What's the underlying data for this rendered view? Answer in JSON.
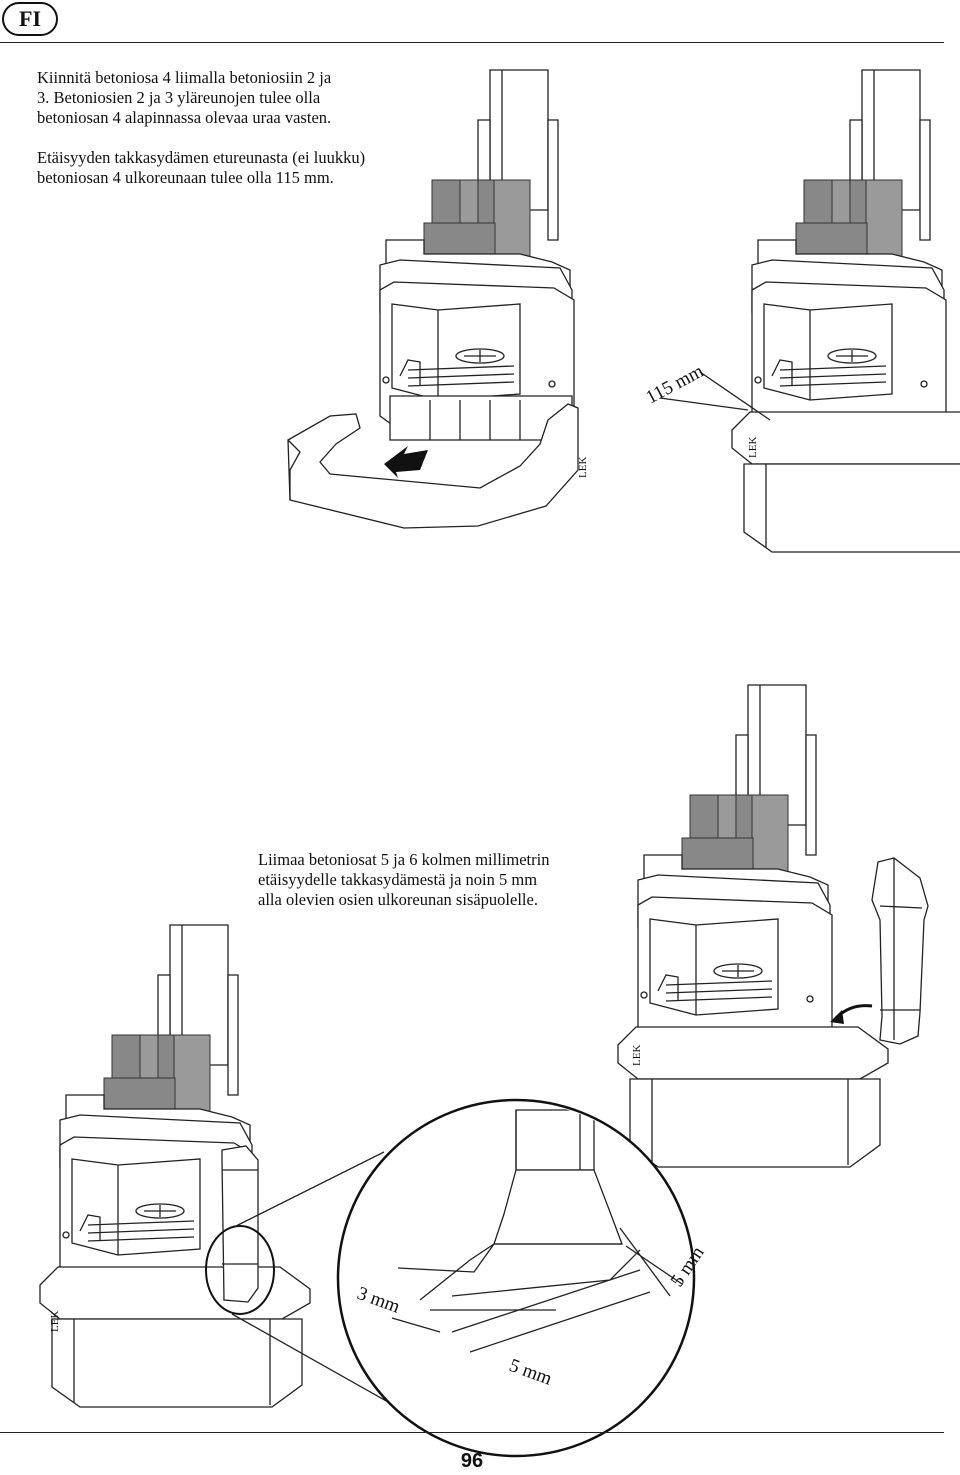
{
  "header": {
    "lang_badge": "FI"
  },
  "text": {
    "para1": [
      "Kiinnitä betoniosa 4 liimalla betoniosiin 2 ja",
      "3. Betoniosien 2 ja 3 yläreunojen tulee olla",
      "betoniosan 4 alapinnassa olevaa uraa vasten."
    ],
    "para2": [
      "Etäisyyden takkasydämen etureunasta (ei luukku)",
      "betoniosan 4 ulkoreunaan tulee olla 115 mm."
    ],
    "para3": [
      "Liimaa betoniosat 5 ja 6 kolmen millimetrin",
      "etäisyydelle takkasydämestä ja noin 5 mm",
      "alla olevien osien ulkoreunan sisäpuolelle."
    ]
  },
  "figures": {
    "dim_115": "115 mm",
    "dim_3": "3 mm",
    "dim_5a": "5 mm",
    "dim_5b": "5 mm",
    "lek": "LEK"
  },
  "footer": {
    "page_number": "96"
  }
}
